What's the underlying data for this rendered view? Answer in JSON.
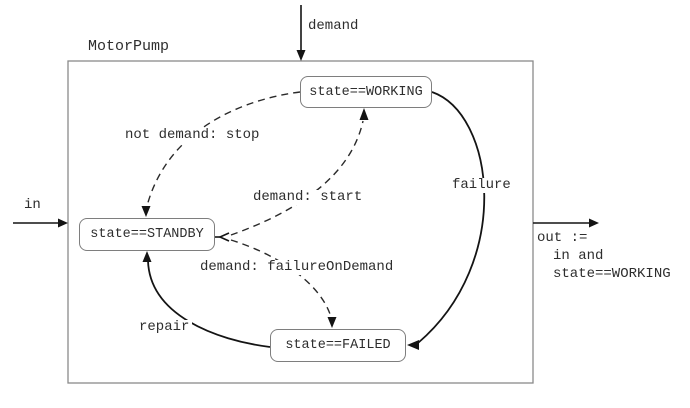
{
  "diagram": {
    "title": "MotorPump",
    "type": "state-machine",
    "inputs": {
      "demand": "demand",
      "in": "in"
    },
    "output_assignment": {
      "line1": "out :=",
      "line2": "in and",
      "line3": "state==WORKING"
    },
    "states": [
      {
        "label": "state==WORKING"
      },
      {
        "label": "state==STANDBY"
      },
      {
        "label": "state==FAILED"
      }
    ],
    "transitions": [
      {
        "label": "not demand: stop",
        "from": "state==WORKING",
        "to": "state==STANDBY",
        "line_style": "dashed"
      },
      {
        "label": "demand: start",
        "from": "state==STANDBY",
        "to": "state==WORKING",
        "line_style": "dashed"
      },
      {
        "label": "demand: failureOnDemand",
        "from": "state==STANDBY",
        "to": "state==FAILED",
        "line_style": "dashed"
      },
      {
        "label": "failure",
        "from": "state==WORKING",
        "to": "state==FAILED",
        "line_style": "solid"
      },
      {
        "label": "repair",
        "from": "state==FAILED",
        "to": "state==STANDBY",
        "line_style": "solid"
      }
    ],
    "colors": {
      "background": "#ffffff",
      "box_border": "#7e7e7e",
      "line": "#141414",
      "text": "#2e2e2e"
    }
  }
}
